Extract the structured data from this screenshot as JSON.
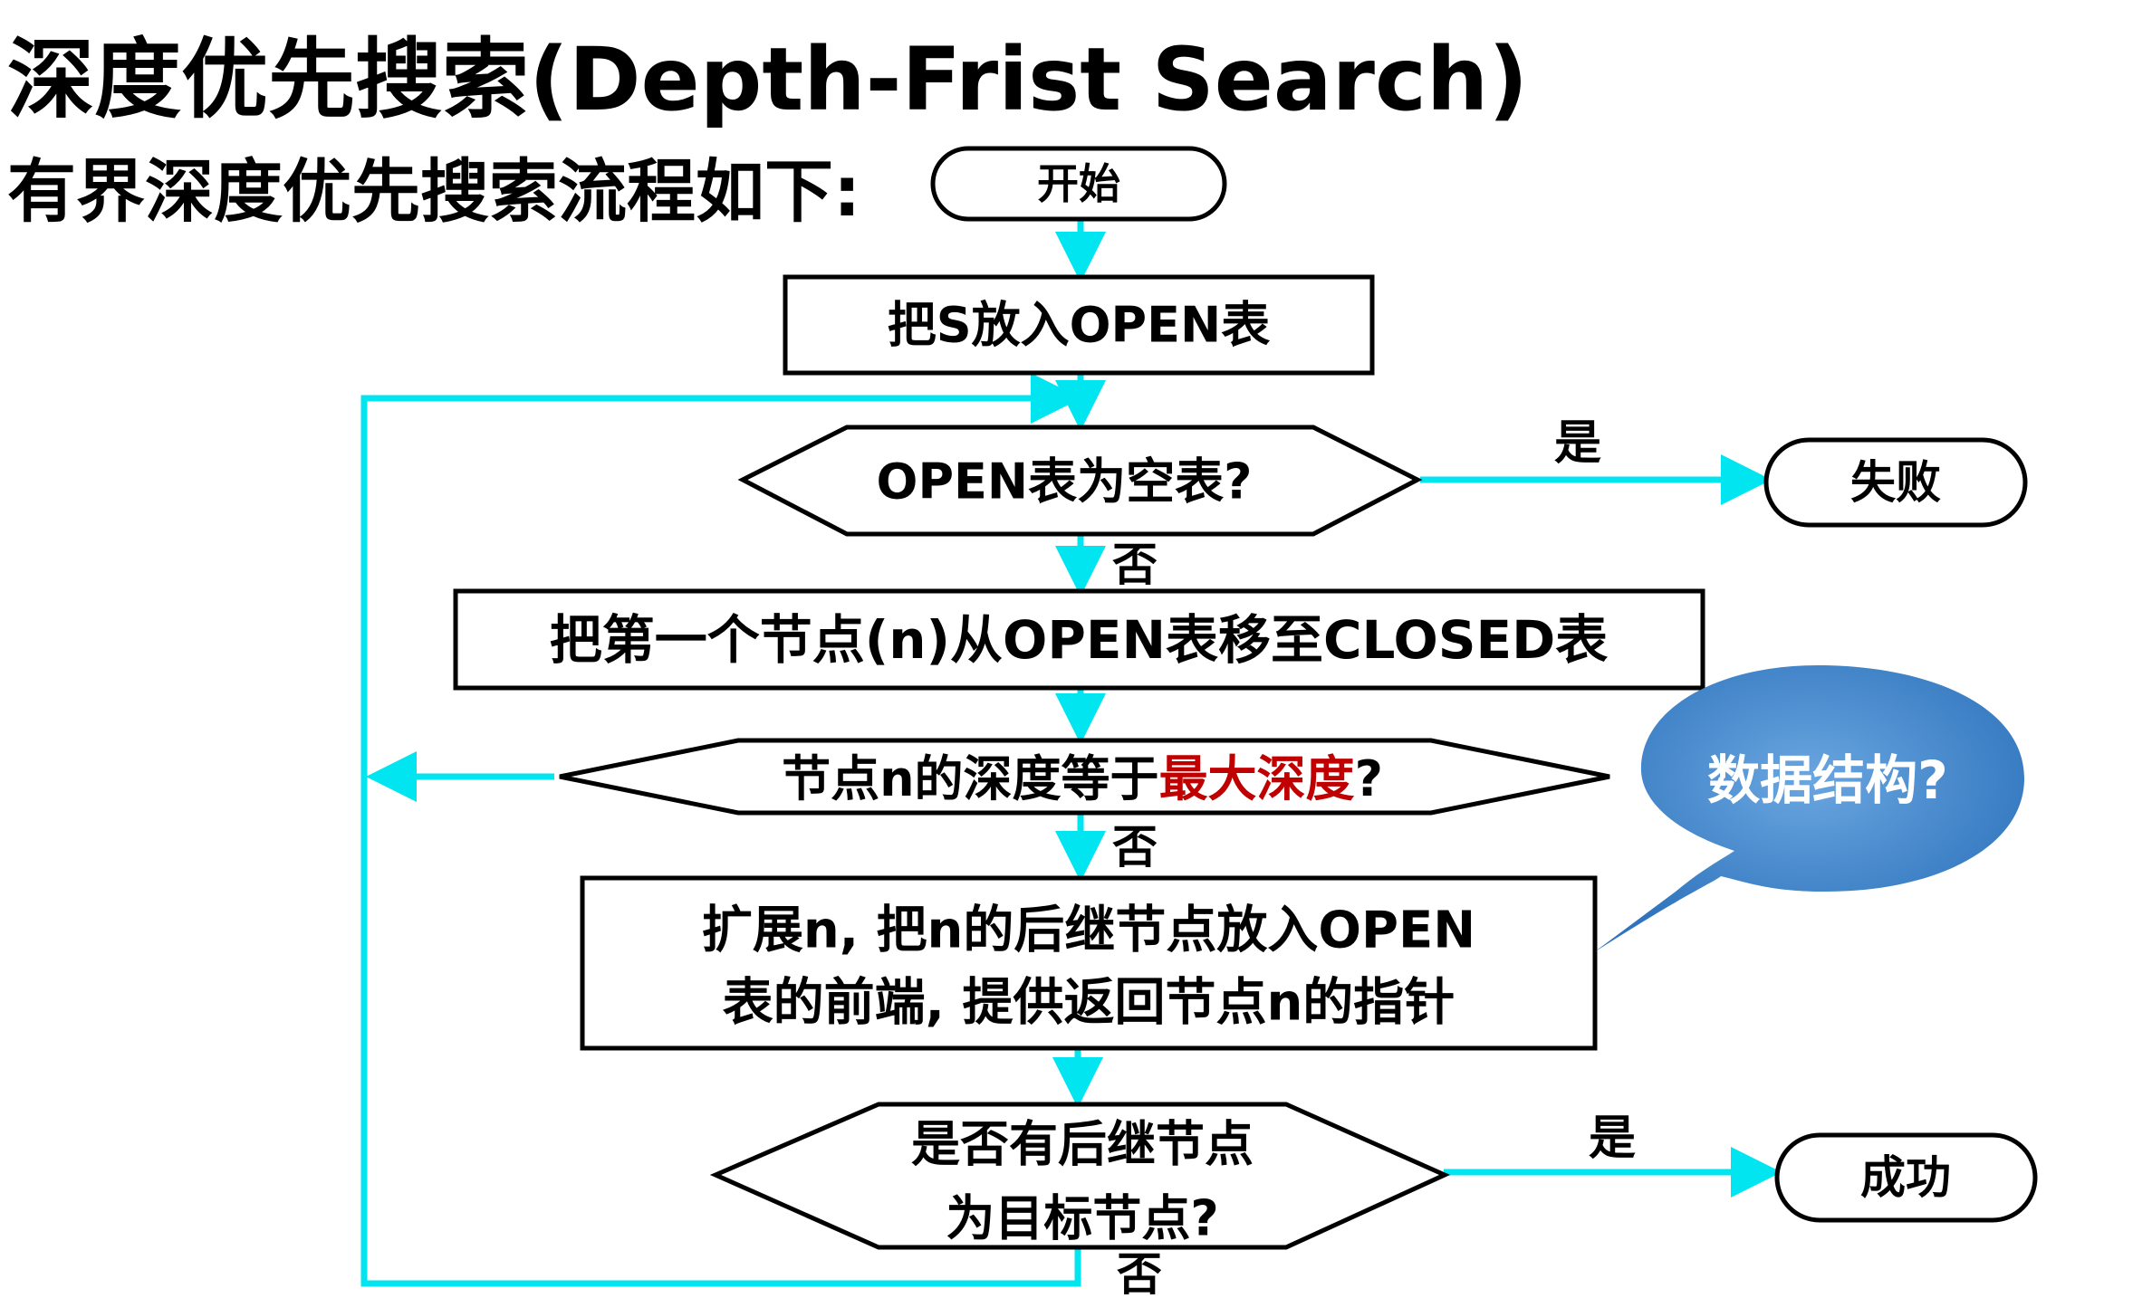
{
  "title": "深度优先搜索(Depth-Frist Search)",
  "subtitle": "有界深度优先搜索流程如下:",
  "nodes": {
    "start": "开始",
    "put_s": "把S放入OPEN表",
    "open_empty": "OPEN表为空表?",
    "fail": "失败",
    "move_first": "把第一个节点(n)从OPEN表移至CLOSED表",
    "depth_check_prefix": "节点n的深度等于",
    "depth_check_highlight": "最大深度",
    "depth_check_suffix": "?",
    "expand_line1": "扩展n, 把n的后继节点放入OPEN",
    "expand_line2": "表的前端, 提供返回节点n的指针",
    "goal_line1": "是否有后继节点",
    "goal_line2": "为目标节点?",
    "success": "成功"
  },
  "edge_labels": {
    "yes_fail": "是",
    "no_1": "否",
    "no_2": "否",
    "yes_success": "是",
    "no_3": "否"
  },
  "callout": "数据结构?",
  "colors": {
    "arrow": "#00e5f0",
    "highlight": "#c00000",
    "bubble": "#3f86cc"
  }
}
